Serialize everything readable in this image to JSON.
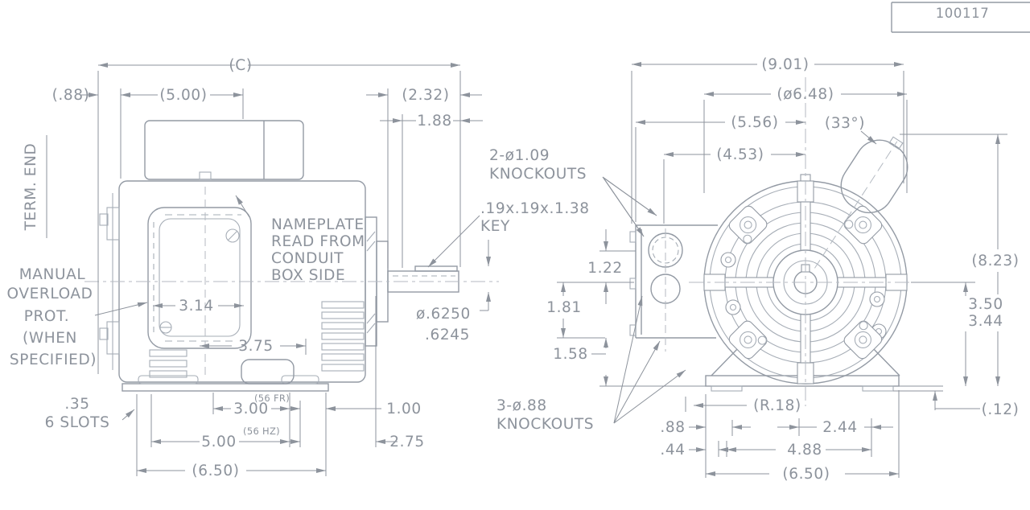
{
  "title_block": {
    "number": "100117"
  },
  "side_view": {
    "labels": {
      "term_end": "TERM. END",
      "ov1": "MANUAL",
      "ov2": "OVERLOAD",
      "ov3": "PROT.",
      "ov4": "(WHEN",
      "ov5": "SPECIFIED)",
      "np1": "NAMEPLATE",
      "np2": "READ FROM",
      "np3": "CONDUIT",
      "np4": "BOX SIDE",
      "key1": ".19x.19x.1.38",
      "key2": "KEY",
      "slots1": ".35",
      "slots2": "6 SLOTS"
    },
    "dims": {
      "c": "(C)",
      "overhang": "(.88)",
      "box_width": "(5.00)",
      "shaft_ext": "(2.32)",
      "shaft_len": "1.88",
      "cover": "3.14",
      "np_dist": "3.75",
      "shaft_dia_max": "ø.6250",
      "shaft_dia_min": ".6245",
      "bolt_2f": "3.00",
      "bolt_2f_note": "(56 FR)",
      "bolt_2f_alt": "5.00",
      "bolt_2f_alt_note": "(56 HZ)",
      "foot_edge": "1.00",
      "ba": "2.75",
      "base_len": "(6.50)"
    }
  },
  "end_view": {
    "labels": {
      "ko2_qty": "2-ø1.09",
      "ko2_word": "KNOCKOUTS",
      "ko3_qty": "3-ø.88",
      "ko3_word": "KNOCKOUTS"
    },
    "dims": {
      "overall_w": "(9.01)",
      "frame_dia": "(ø6.48)",
      "cl_box": "(5.56)",
      "angle": "(33°)",
      "ko_cl": "(4.53)",
      "ko_sp": "1.22",
      "box_mid": "1.81",
      "box_low": "1.58",
      "overall_h": "(8.23)",
      "sh_max": "3.50",
      "sh_min": "3.44",
      "pad": "(.12)",
      "foot_r": "(R.18)",
      "slot_a": ".88",
      "slot_b": ".44",
      "hole_sp": "2.44",
      "hole_wide": "4.88",
      "base_len": "(6.50)"
    }
  }
}
